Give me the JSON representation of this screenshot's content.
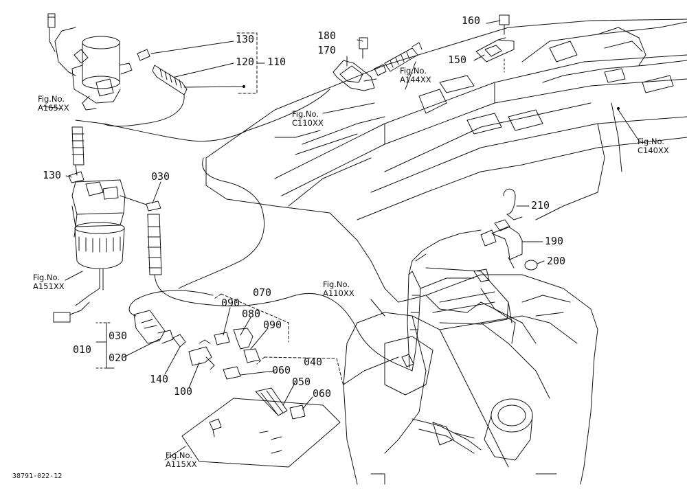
{
  "diagram": {
    "part_labels": {
      "p130a": "130",
      "p120": "120",
      "p110": "110",
      "p130b": "130",
      "p030a": "030",
      "p030b": "030",
      "p010": "010",
      "p020": "020",
      "p140": "140",
      "p100": "100",
      "p090a": "090",
      "p090b": "090",
      "p080": "080",
      "p070": "070",
      "p060a": "060",
      "p060b": "060",
      "p050": "050",
      "p040": "040",
      "p180": "180",
      "p170": "170",
      "p160": "160",
      "p150": "150",
      "p210": "210",
      "p190": "190",
      "p200": "200"
    },
    "fig_refs": {
      "a165": {
        "line1": "Fig.No.",
        "line2": "A165XX"
      },
      "a151": {
        "line1": "Fig.No.",
        "line2": "A151XX"
      },
      "a115": {
        "line1": "Fig.No.",
        "line2": "A115XX"
      },
      "a144": {
        "line1": "Fig.No.",
        "line2": "A144XX"
      },
      "c110": {
        "line1": "Fig.No.",
        "line2": "C110XX"
      },
      "c140": {
        "line1": "Fig.No.",
        "line2": "C140XX"
      },
      "a110": {
        "line1": "Fig.No.",
        "line2": "A110XX"
      }
    },
    "drawing_code": "38791-022-12"
  }
}
